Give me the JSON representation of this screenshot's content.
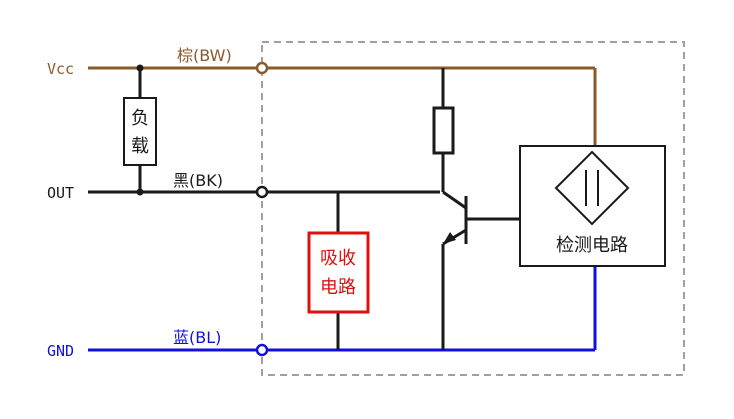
{
  "terminals": {
    "vcc": "Vcc",
    "out": "OUT",
    "gnd": "GND"
  },
  "wires": {
    "brown": "棕(BW)",
    "black": "黑(BK)",
    "blue": "蓝(BL)"
  },
  "load": {
    "line1": "负",
    "line2": "载"
  },
  "absorber": {
    "line1": "吸收",
    "line2": "电路"
  },
  "detector": {
    "label": "检测电路"
  },
  "colors": {
    "brown": "#8B5A2B",
    "black": "#1a1a1a",
    "blue": "#1010e0",
    "red": "#e01010",
    "dashed_box": "#a0a0a0"
  }
}
